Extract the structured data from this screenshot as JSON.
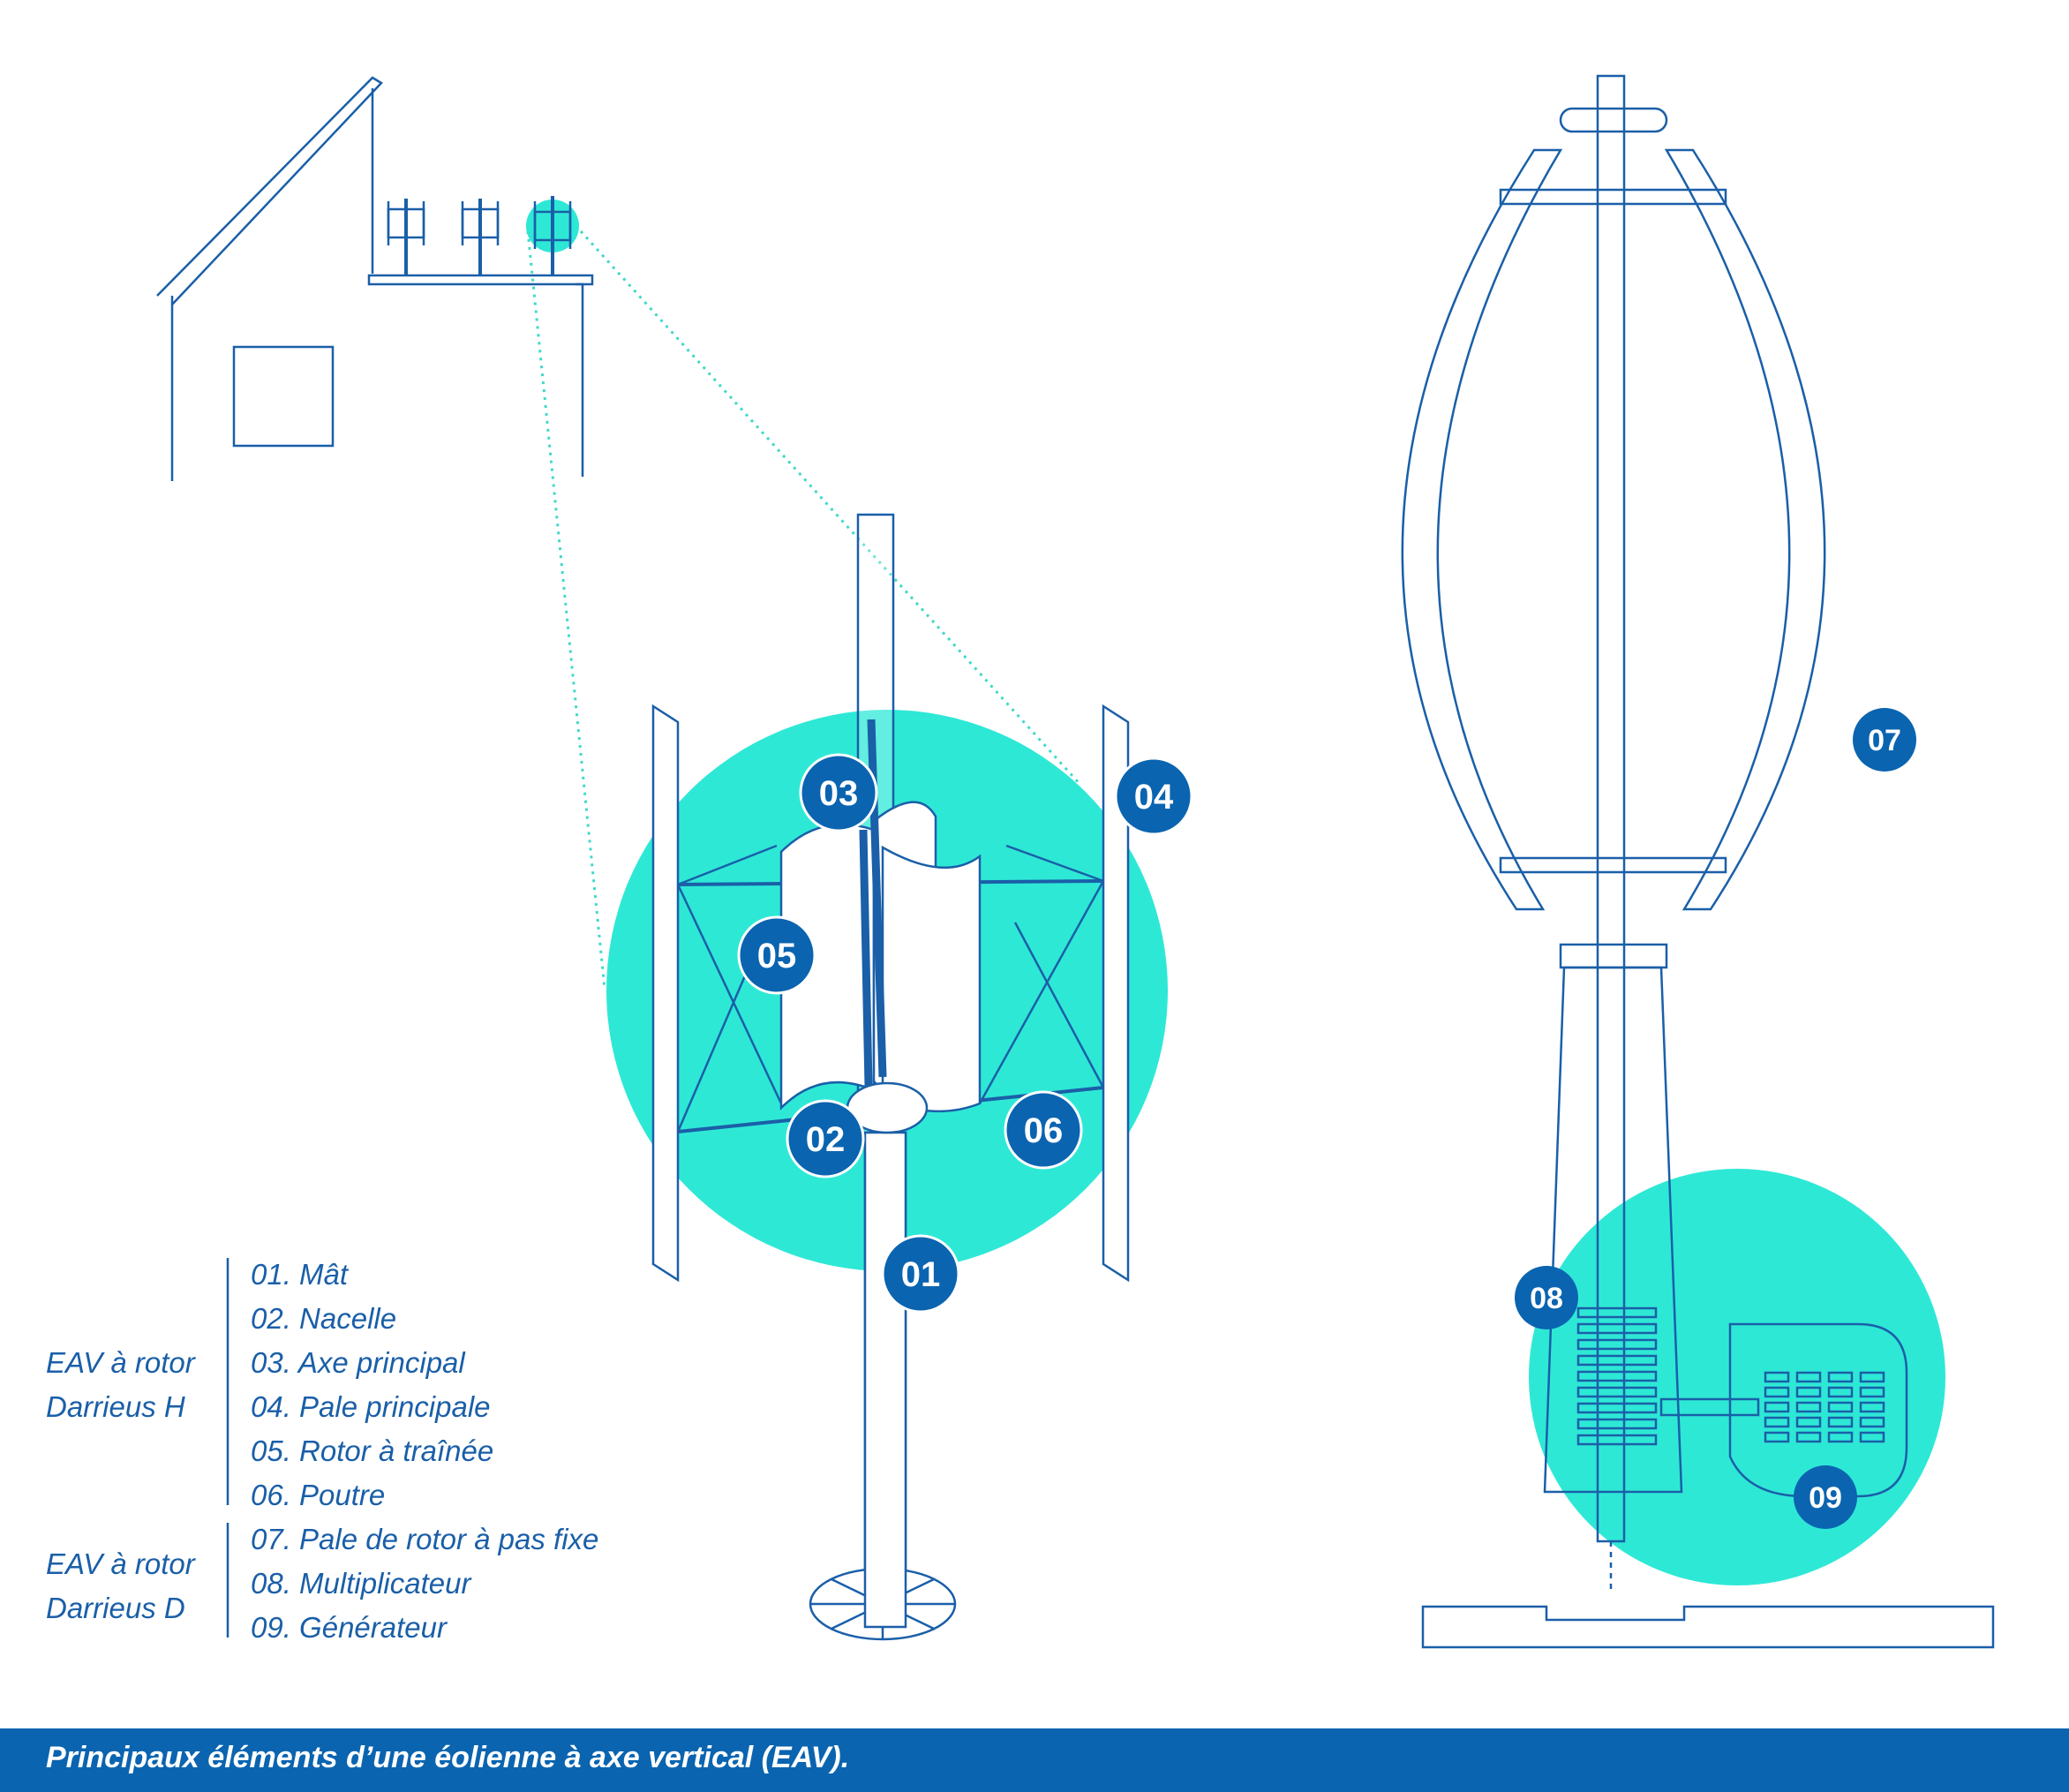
{
  "colors": {
    "line": "#1a5fa8",
    "accent": "#2ee8d6",
    "badge": "#0a64b0",
    "dotted": "#3fd9c9",
    "caption_bg": "#0a64b0"
  },
  "badges": [
    {
      "id": "01",
      "text": "01"
    },
    {
      "id": "02",
      "text": "02"
    },
    {
      "id": "03",
      "text": "03"
    },
    {
      "id": "04",
      "text": "04"
    },
    {
      "id": "05",
      "text": "05"
    },
    {
      "id": "06",
      "text": "06"
    },
    {
      "id": "07",
      "text": "07"
    },
    {
      "id": "08",
      "text": "08"
    },
    {
      "id": "09",
      "text": "09"
    }
  ],
  "legend": {
    "groups": [
      {
        "name_line1": "EAV à rotor",
        "name_line2": "Darrieus H",
        "items": [
          "01. Mât",
          "02. Nacelle",
          "03. Axe principal",
          "04. Pale principale",
          "05. Rotor à traînée",
          "06. Poutre"
        ]
      },
      {
        "name_line1": "EAV à rotor",
        "name_line2": "Darrieus D",
        "items": [
          "07. Pale de rotor à pas fixe",
          "08. Multiplicateur",
          "09. Générateur"
        ]
      }
    ]
  },
  "caption": "Principaux éléments d’une éolienne à axe vertical (EAV)."
}
